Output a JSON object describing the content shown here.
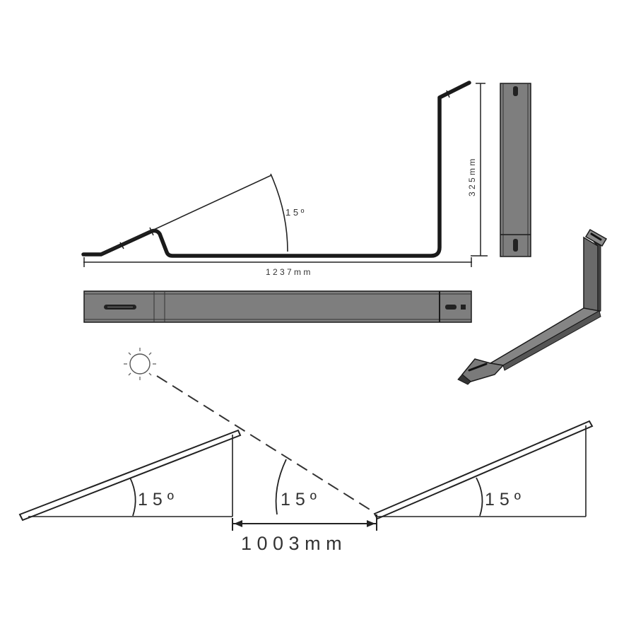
{
  "labels": {
    "bracket_angle": "1 5 º",
    "height": "3 2 5 m m",
    "length": "1 2 3 7 m m",
    "panel_angle_left": "1 5 º",
    "sun_angle": "1 5 º",
    "panel_angle_right": "1 5 º",
    "row_spacing": "1 0 0 3 m m"
  },
  "colors": {
    "steel": "#7e7e7e",
    "outline": "#222222",
    "background": "#ffffff"
  },
  "icons": {
    "sun": "sun-icon"
  }
}
